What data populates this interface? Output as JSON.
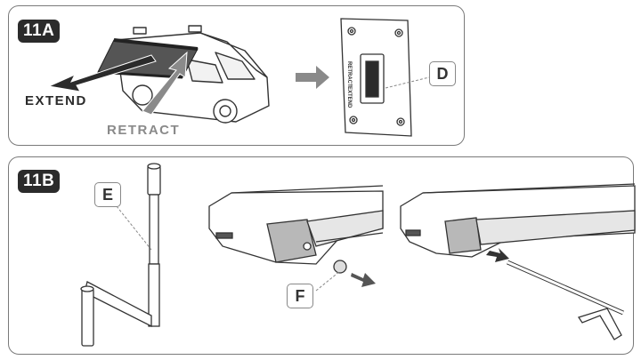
{
  "panels": {
    "top": {
      "tag": "11A",
      "extend_label": "EXTEND",
      "retract_label": "RETRACT",
      "callout": "D",
      "switch_retract_text": "RETRACT",
      "switch_extend_text": "EXTEND"
    },
    "bottom": {
      "tag": "11B",
      "callout_crank": "E",
      "callout_cap": "F"
    }
  },
  "colors": {
    "dark": "#2b2b2b",
    "arrow_gray": "#8a8a8a",
    "line": "#333333",
    "awning": "#555555"
  }
}
